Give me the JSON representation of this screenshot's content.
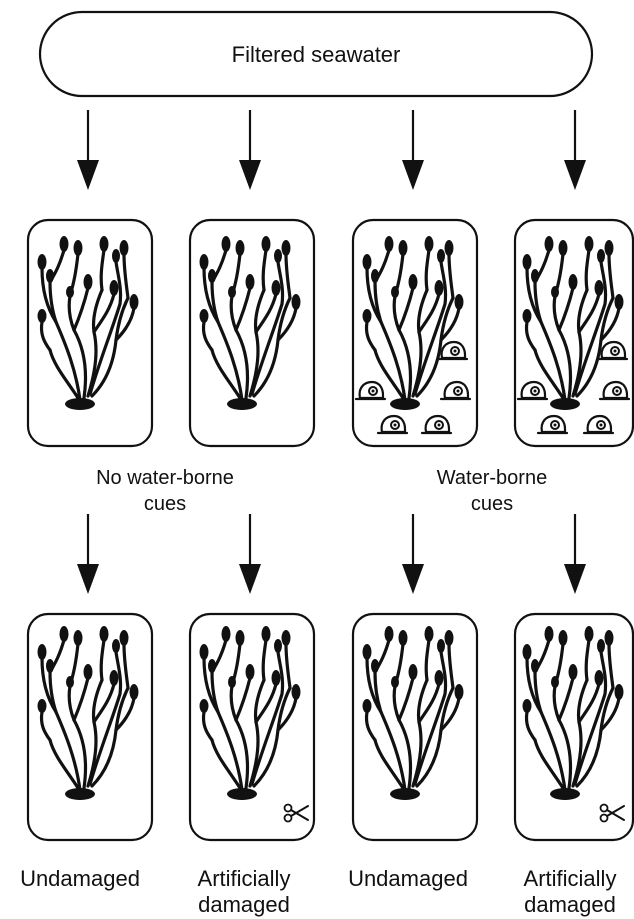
{
  "source": {
    "label": "Filtered seawater"
  },
  "groups": [
    {
      "label_line1": "No water-borne",
      "label_line2": "cues"
    },
    {
      "label_line1": "Water-borne",
      "label_line2": "cues"
    }
  ],
  "treatments": [
    {
      "label_line1": "Undamaged",
      "label_line2": ""
    },
    {
      "label_line1": "Artificially",
      "label_line2": "damaged"
    },
    {
      "label_line1": "Undamaged",
      "label_line2": ""
    },
    {
      "label_line1": "Artificially",
      "label_line2": "damaged"
    }
  ],
  "colors": {
    "ink": "#111111",
    "background": "#ffffff"
  },
  "icons": {
    "plant": "seaweed-icon",
    "snail": "snail-icon",
    "scissors": "scissors-icon"
  }
}
